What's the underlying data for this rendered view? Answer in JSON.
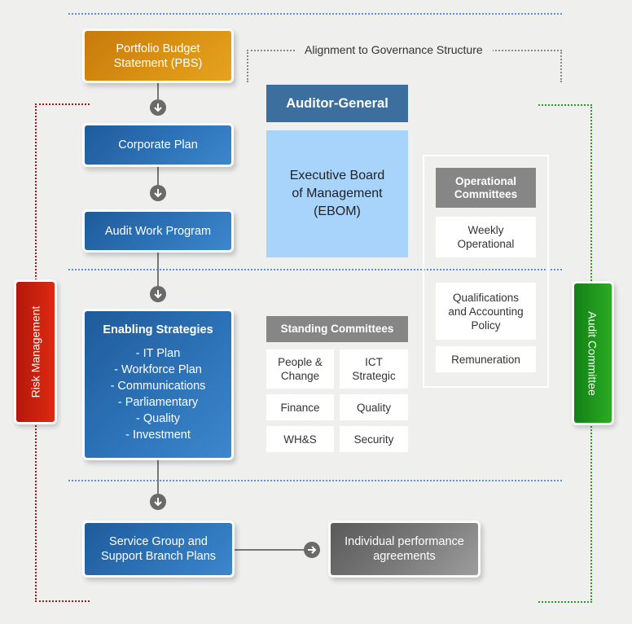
{
  "flow": {
    "pbs": "Portfolio Budget\nStatement (PBS)",
    "corporate_plan": "Corporate Plan",
    "audit_work_program": "Audit Work Program",
    "enabling_title": "Enabling Strategies",
    "enabling_items": [
      "-  IT Plan",
      "-  Workforce Plan",
      "-  Communications",
      "-  Parliamentary",
      "-  Quality",
      "-  Investment"
    ],
    "service_group": "Service Group and\nSupport Branch Plans",
    "individual": "Individual performance\nagreements"
  },
  "governance": {
    "alignment_label": "Alignment to Governance Structure",
    "auditor_general": "Auditor-General",
    "ebom": "Executive Board\nof Management\n(EBOM)"
  },
  "standing_committees": {
    "header": "Standing Committees",
    "cells": [
      "People &\nChange",
      "ICT\nStrategic",
      "Finance",
      "Quality",
      "WH&S",
      "Security"
    ]
  },
  "operational_committees": {
    "header": "Operational\nCommittees",
    "items": [
      "Weekly\nOperational",
      "Qualifications\nand Accounting\nPolicy",
      "Remuneration"
    ]
  },
  "side_tabs": {
    "risk": "Risk Management",
    "audit": "Audit Committee"
  },
  "colors": {
    "divider": "#5b8fd6",
    "risk_line": "#9c1b12",
    "audit_line": "#2b9a2b",
    "auditor_general_bg": "#3c6e9e",
    "ebom_bg": "#a8d4fb"
  }
}
